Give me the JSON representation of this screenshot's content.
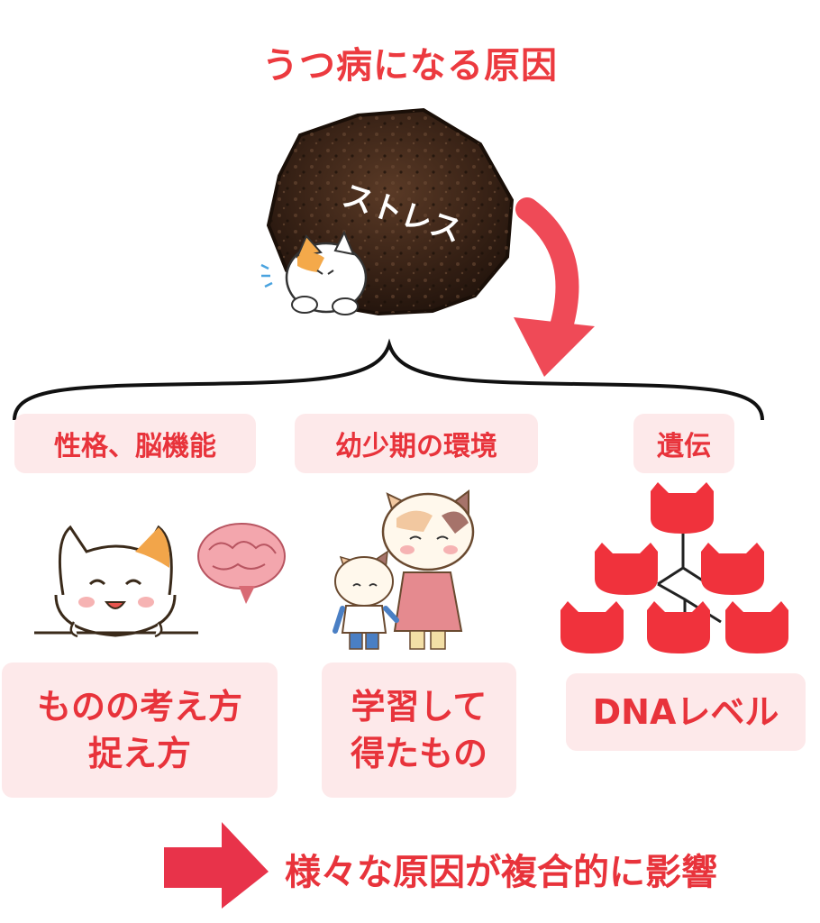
{
  "title": "うつ病になる原因",
  "stress_label": "ストレス",
  "causes": [
    {
      "label": "性格、脳機能",
      "detail": "ものの考え方\n捉え方",
      "icon": "cat-with-brain"
    },
    {
      "label": "幼少期の環境",
      "detail": "学習して\n得たもの",
      "icon": "mother-and-child-cats"
    },
    {
      "label": "遺伝",
      "detail": "DNAレベル",
      "icon": "cat-family-tree"
    }
  ],
  "conclusion": "様々な原因が複合的に影響",
  "colors": {
    "accent": "#e8333b",
    "label_bg": "#fde9ea",
    "rock": "#3a2418",
    "arrow": "#ef4a57"
  }
}
